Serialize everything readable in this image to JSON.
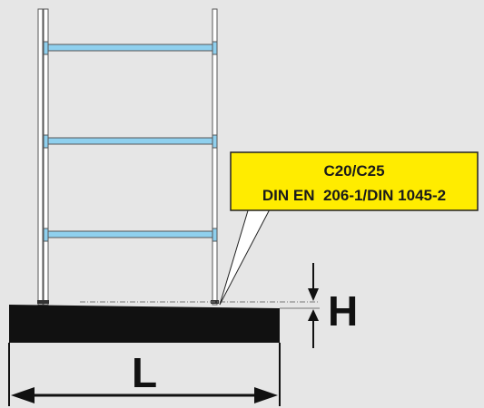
{
  "callout": {
    "line1": "C20/C25",
    "line2": "DIN EN  206-1/DIN 1045-2"
  },
  "dimensions": {
    "height_label": "H",
    "length_label": "L"
  },
  "colors": {
    "background": "#e6e6e6",
    "beam": "#8fd0ee",
    "upright": "#ffffff",
    "slab": "#111111",
    "callout_fill": "#ffec00"
  }
}
